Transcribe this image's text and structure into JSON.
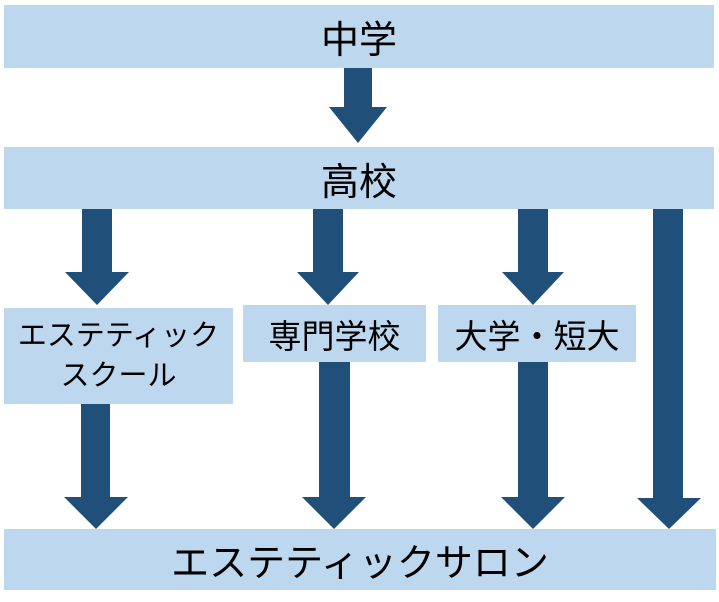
{
  "diagram": {
    "background": "#FFFFFF",
    "colors": {
      "node_fill": "#BDD7EE",
      "arrow": "#20507A",
      "text": "#000000"
    },
    "nodes": {
      "junior_high": {
        "label": "中学"
      },
      "high_school": {
        "label": "高校"
      },
      "esthetic_school": {
        "label_line1": "エステティック",
        "label_line2": "スクール"
      },
      "vocational_school": {
        "label": "専門学校"
      },
      "university": {
        "label": "大学・短大"
      },
      "esthetic_salon": {
        "label": "エステティックサロン"
      }
    },
    "flows": [
      {
        "from": "中学",
        "to": "高校"
      },
      {
        "from": "高校",
        "to": "エステティックスクール"
      },
      {
        "from": "高校",
        "to": "専門学校"
      },
      {
        "from": "高校",
        "to": "大学・短大"
      },
      {
        "from": "高校",
        "to": "エステティックサロン"
      },
      {
        "from": "エステティックスクール",
        "to": "エステティックサロン"
      },
      {
        "from": "専門学校",
        "to": "エステティックサロン"
      },
      {
        "from": "大学・短大",
        "to": "エステティックサロン"
      }
    ]
  }
}
